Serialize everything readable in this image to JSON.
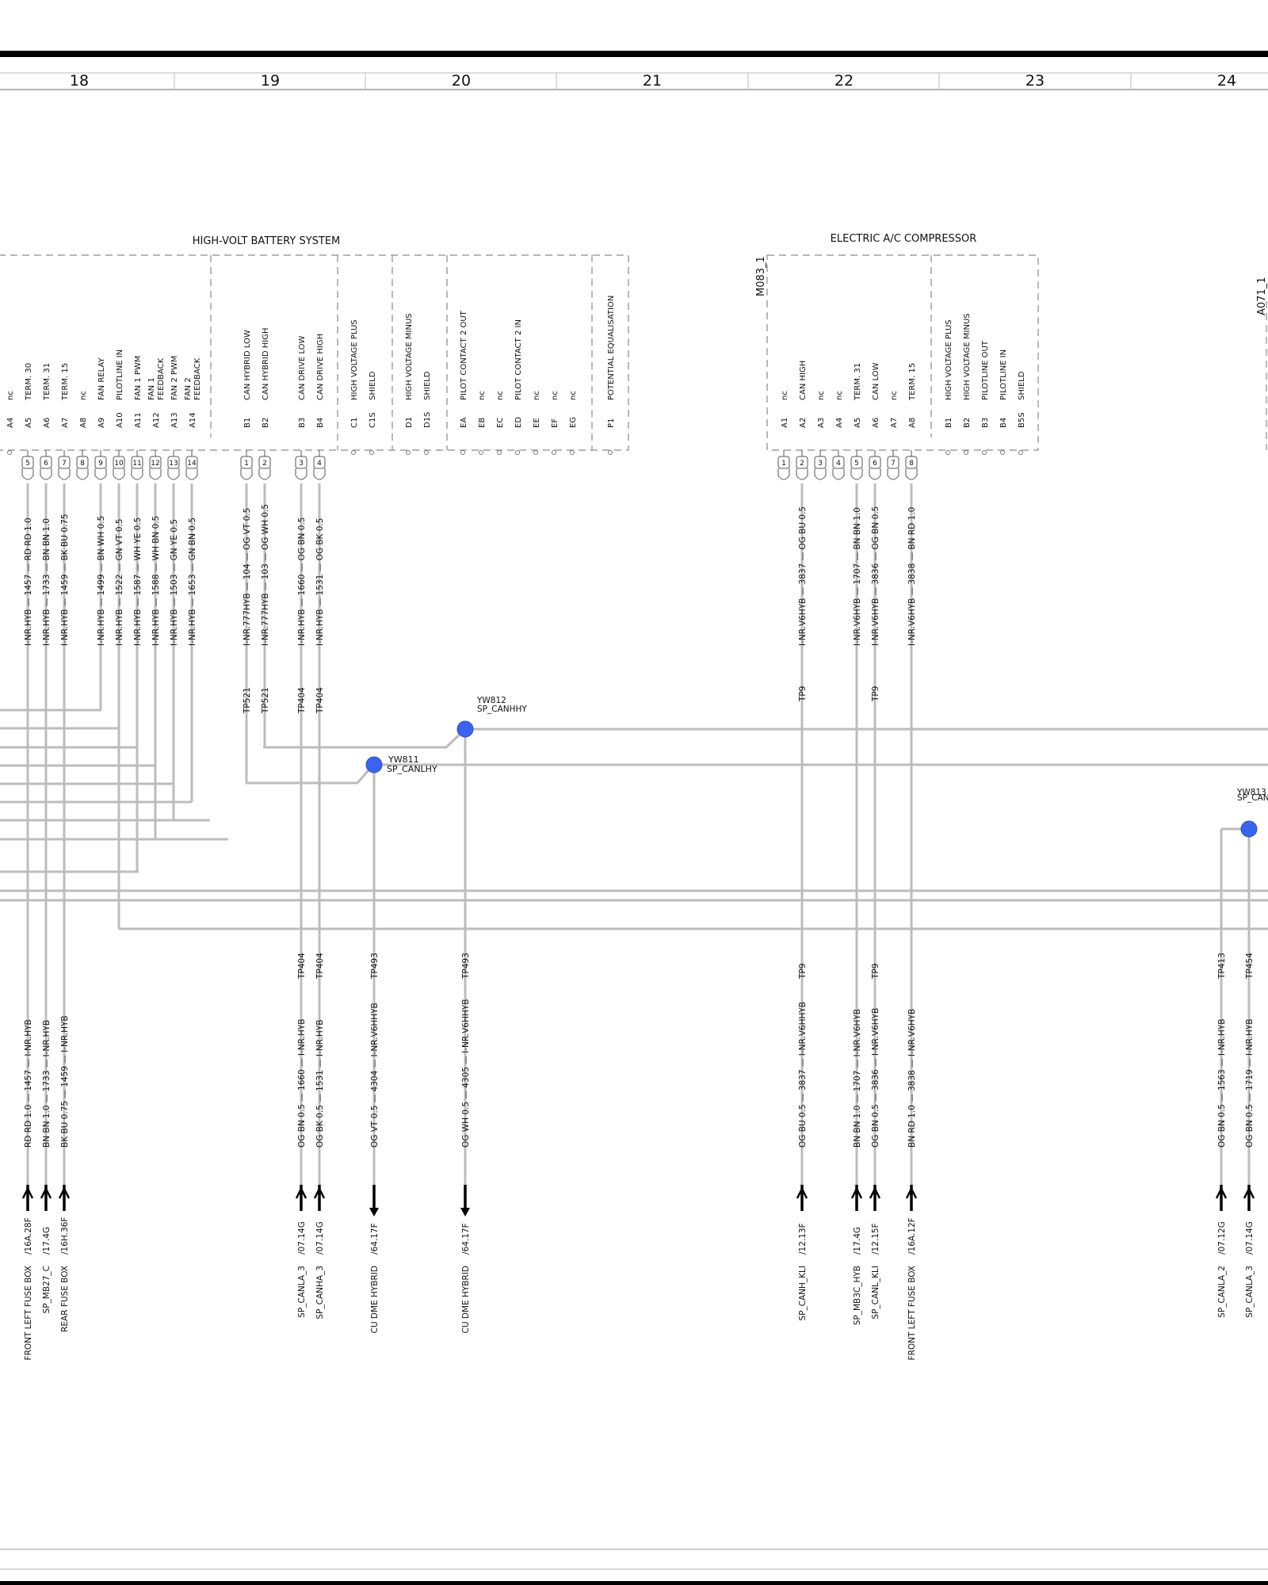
{
  "colors": {
    "splice": "#3a63f0",
    "wire": "#bcbcbc",
    "frame": "#000000",
    "text": "#111111"
  },
  "icons": {
    "splice": "splice-dot-icon",
    "connector_end": "arrow-up-icon",
    "out_end": "arrow-down-icon"
  },
  "zones": [
    "18",
    "19",
    "20",
    "21",
    "22",
    "23",
    "24"
  ],
  "components": {
    "battery": {
      "title": "HIGH-VOLT BATTERY SYSTEM"
    },
    "compressor": {
      "title": "ELECTRIC A/C COMPRESSOR",
      "id": "M083_1"
    },
    "right_id": "A071_1"
  },
  "splices": [
    {
      "id": "YW812",
      "name": "SP_CANHHY"
    },
    {
      "id": "YW811",
      "name": "SP_CANLHY"
    },
    {
      "id": "YW813",
      "name": "SP_CAN"
    }
  ],
  "pins": [
    {
      "code": "A4",
      "func": "nc"
    },
    {
      "code": "A5",
      "func": "TERM. 30",
      "num": "5",
      "upper": "I-NR.HYB — 1457 — RD RD 1.0"
    },
    {
      "code": "A6",
      "func": "TERM. 31",
      "num": "6",
      "upper": "I-NR.HYB — 1733 — BN BN 1.0"
    },
    {
      "code": "A7",
      "func": "TERM. 15",
      "num": "7",
      "upper": "I-NR.HYB — 1459 — BK BU 0.75"
    },
    {
      "code": "A8",
      "func": "nc",
      "num": "8"
    },
    {
      "code": "A9",
      "func": "FAN RELAY",
      "num": "9",
      "upper": "I-NR.HYB — 1499 — BN WH 0.5"
    },
    {
      "code": "A10",
      "func": "PILOTLINE IN",
      "num": "10",
      "upper": "I-NR.HYB — 1522 — GN VT 0.5"
    },
    {
      "code": "A11",
      "func": "FAN 1 PWM",
      "num": "11",
      "upper": "I-NR.HYB — 1587 — WH YE 0.5"
    },
    {
      "code": "A12",
      "func": "FAN 1",
      "func2": "FEEDBACK",
      "num": "12",
      "upper": "I-NR.HYB — 1588 — WH BN 0.5"
    },
    {
      "code": "A13",
      "func": "FAN 2 PWM",
      "num": "13",
      "upper": "I-NR.HYB — 1503 — GN YE 0.5"
    },
    {
      "code": "A14",
      "func": "FAN 2",
      "func2": "FEEDBACK",
      "num": "14",
      "upper": "I-NR.HYB — 1653 — GN BN 0.5"
    },
    {
      "code": "B1",
      "func": "CAN HYBRID LOW",
      "num": "1",
      "upper": "I-NR.777HYB — 104 — OG VT 0.5",
      "tp": "TP521"
    },
    {
      "code": "B2",
      "func": "CAN HYBRID HIGH",
      "num": "2",
      "upper": "I-NR.777HYB — 103 — OG WH 0.5",
      "tp": "TP521"
    },
    {
      "code": "B3",
      "func": "CAN DRIVE LOW",
      "num": "3",
      "upper": "I-NR.HYB — 1660 — OG BN 0.5",
      "tp": "TP404"
    },
    {
      "code": "B4",
      "func": "CAN DRIVE HIGH",
      "num": "4",
      "upper": "I-NR.HYB — 1531 — OG BK 0.5",
      "tp": "TP404"
    },
    {
      "code": "C1",
      "func": "HIGH VOLTAGE PLUS"
    },
    {
      "code": "C1S",
      "func": "SHIELD"
    },
    {
      "code": "D1",
      "func": "HIGH VOLTAGE MINUS"
    },
    {
      "code": "D1S",
      "func": "SHIELD"
    },
    {
      "code": "EA",
      "func": "PILOT CONTACT 2 OUT"
    },
    {
      "code": "EB",
      "func": "nc"
    },
    {
      "code": "EC",
      "func": "nc"
    },
    {
      "code": "ED",
      "func": "PILOT CONTACT 2 IN"
    },
    {
      "code": "EE",
      "func": "nc"
    },
    {
      "code": "EF",
      "func": "nc"
    },
    {
      "code": "EG",
      "func": "nc"
    },
    {
      "code": "P1",
      "func": "POTENTIAL EQUALISATION"
    },
    {
      "code": "A1",
      "func": "nc",
      "num": "1"
    },
    {
      "code": "A2",
      "func": "CAN HIGH",
      "num": "2",
      "upper": "I-NR.V6HYB — 3837 — OG BU 0.5",
      "tp": "TP9"
    },
    {
      "code": "A3",
      "func": "nc",
      "num": "3"
    },
    {
      "code": "A4",
      "func": "nc",
      "num": "4"
    },
    {
      "code": "A5",
      "func": "TERM. 31",
      "num": "5",
      "upper": "I-NR.V6HYB — 1707 — BN BN 1.0"
    },
    {
      "code": "A6",
      "func": "CAN LOW",
      "num": "6",
      "upper": "I-NR.V6HYB — 3836 — OG BN 0.5",
      "tp": "TP9"
    },
    {
      "code": "A7",
      "func": "nc",
      "num": "7"
    },
    {
      "code": "A8",
      "func": "TERM. 15",
      "num": "8",
      "upper": "I-NR.V6HYB — 3838 — BN RD 1.0"
    },
    {
      "code": "B1",
      "func": "HIGH VOLTAGE PLUS"
    },
    {
      "code": "B2",
      "func": "HIGH VOLTAGE MINUS"
    },
    {
      "code": "B3",
      "func": "PILOTLINE OUT"
    },
    {
      "code": "B4",
      "func": "PILOTLINE IN"
    },
    {
      "code": "B5S",
      "func": "SHIELD"
    }
  ],
  "ends": [
    {
      "tp": "",
      "lower": "RD RD 1.0 — 1457 — I-NR.HYB",
      "ref": "/16A.28F",
      "dest": "FRONT LEFT FUSE BOX"
    },
    {
      "tp": "",
      "lower": "BN BN 1.0 — 1733 — I-NR.HYB",
      "ref": "/17.4G",
      "dest": "SP_MB27_C"
    },
    {
      "tp": "",
      "lower": "BK BU 0.75 — 1459 — I-NR.HYB",
      "ref": "/16H.36F",
      "dest": "REAR FUSE BOX"
    },
    {
      "tp": "TP404",
      "lower": "OG BN 0.5 — 1660 — I-NR.HYB",
      "ref": "/07.14G",
      "dest": "SP_CANLA_3"
    },
    {
      "tp": "TP404",
      "lower": "OG BK 0.5 — 1531 — I-NR.HYB",
      "ref": "/07.14G",
      "dest": "SP_CANHA_3"
    },
    {
      "tp": "TP493",
      "lower": "OG VT 0.5 — 4304 — I-NR.V6HHYB",
      "ref": "/64.17F",
      "dest": "CU DME HYBRID"
    },
    {
      "tp": "TP493",
      "lower": "OG WH 0.5 — 4305 — I-NR.V6HHYB",
      "ref": "/64.17F",
      "dest": "CU DME HYBRID"
    },
    {
      "tp": "TP9",
      "lower": "OG BU 0.5 — 3837 — I-NR.V6HHYB",
      "ref": "/12.13F",
      "dest": "SP_CANH_KLI"
    },
    {
      "tp": "",
      "lower": "BN BN 1.0 — 1707 — I-NR.V6HYB",
      "ref": "/17.4G",
      "dest": "SP_MB3C_HYB"
    },
    {
      "tp": "TP9",
      "lower": "OG BN 0.5 — 3836 — I-NR.V6HYB",
      "ref": "/12.15F",
      "dest": "SP_CANL_KLI"
    },
    {
      "tp": "",
      "lower": "BN RD 1.0 — 3838 — I-NR.V6HYB",
      "ref": "/16A.12F",
      "dest": "FRONT LEFT FUSE BOX"
    },
    {
      "tp": "TP413",
      "lower": "OG BN 0.5 — 1563 — I-NR.HYB",
      "ref": "/07.12G",
      "dest": "SP_CANLA_2"
    },
    {
      "tp": "TP454",
      "lower": "OG BN 0.5 — 1719 — I-NR.HYB",
      "ref": "/07.14G",
      "dest": "SP_CANLA_3"
    }
  ]
}
